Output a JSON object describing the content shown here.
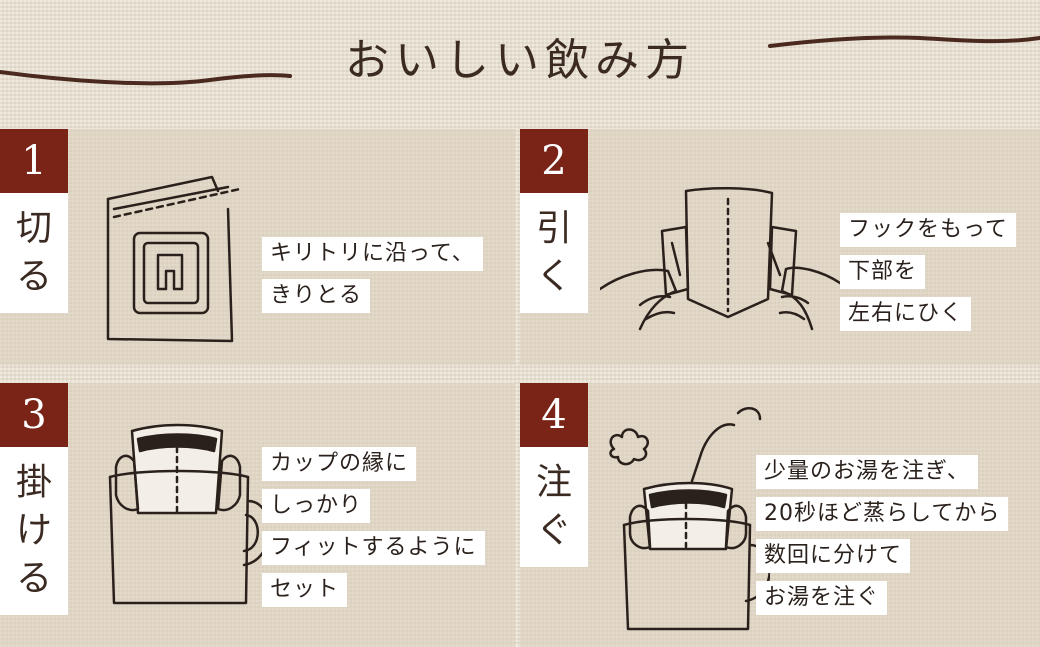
{
  "title": "おいしい飲み方",
  "steps": [
    {
      "number": "1",
      "label": [
        "切",
        "る"
      ],
      "lines": [
        "キリトリに沿って、",
        "きりとる"
      ]
    },
    {
      "number": "2",
      "label": [
        "引",
        "く"
      ],
      "lines": [
        "フックをもって",
        "下部を",
        "左右にひく"
      ]
    },
    {
      "number": "3",
      "label": [
        "掛",
        "け",
        "る"
      ],
      "lines": [
        "カップの縁に",
        "しっかり",
        "フィットするように",
        "セット"
      ]
    },
    {
      "number": "4",
      "label": [
        "注",
        "ぐ"
      ],
      "lines": [
        "少量のお湯を注ぎ、",
        "20秒ほど蒸らしてから",
        "数回に分けて",
        "お湯を注ぐ"
      ]
    }
  ],
  "colors": {
    "badge": "#7a2418",
    "ink": "#3b2a22",
    "accent_line": "#4a2a1e"
  },
  "icons": [
    "cut-bag-icon",
    "pull-hooks-icon",
    "cup-filter-icon",
    "pour-kettle-icon"
  ]
}
